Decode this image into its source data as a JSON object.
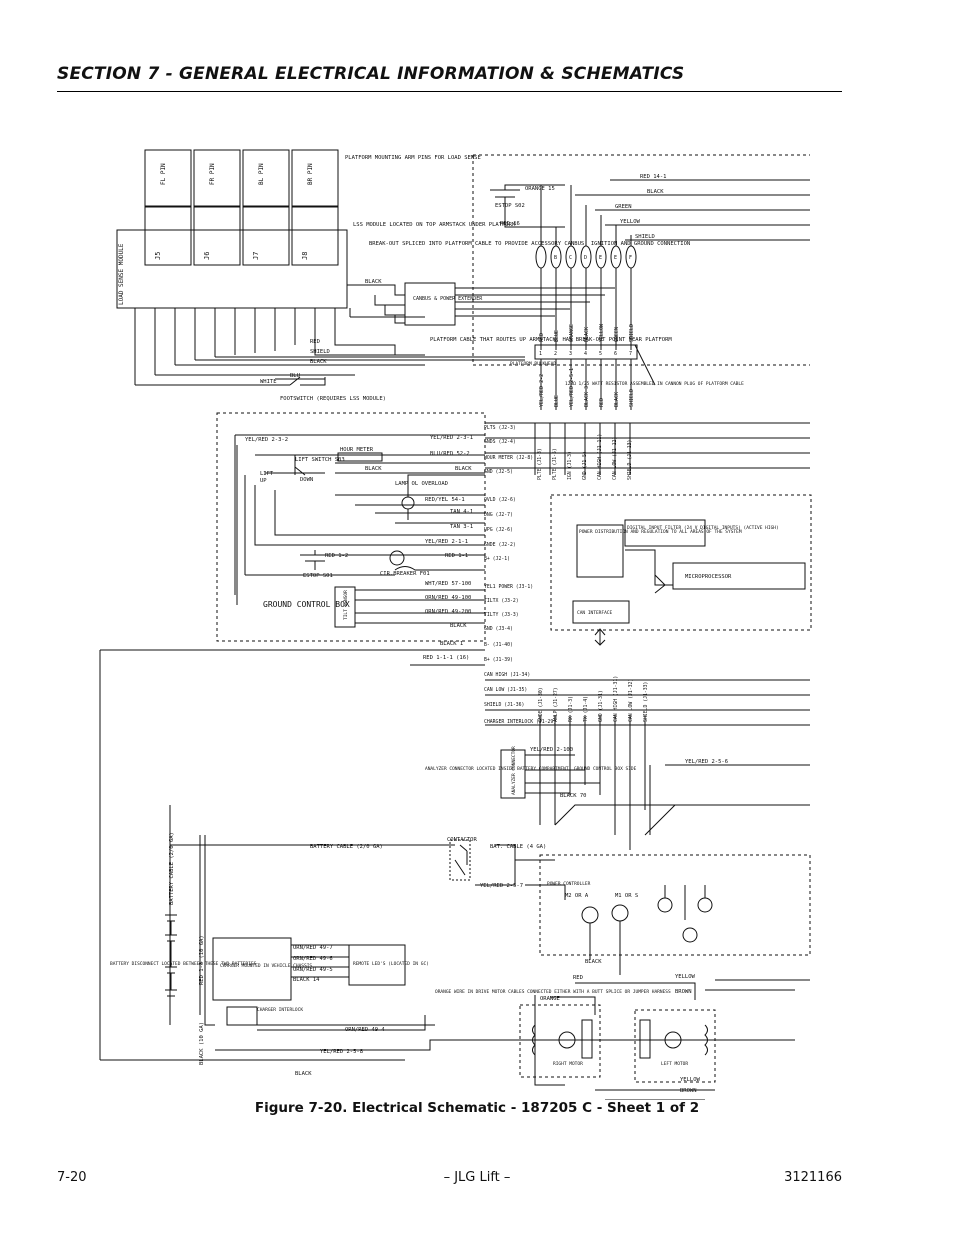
{
  "header": {
    "section_title": "SECTION 7 - GENERAL ELECTRICAL INFORMATION & SCHEMATICS"
  },
  "caption": "Figure 7-20.  Electrical Schematic - 187205 C - Sheet 1 of 2",
  "footer": {
    "page_number": "7-20",
    "company": "– JLG Lift –",
    "doc_number": "3121166"
  },
  "labels": {
    "platform_pins": "PLATFORM MOUNTING ARM PINS FOR LOAD SENSE",
    "lss_module_loc": "LSS MODULE LOCATED ON TOP ARMSTACK UNDER PLATFORM",
    "breakout": "BREAK-OUT SPLICED INTO PLATFORM CABLE TO PROVIDE ACCESSORY CANBUS, IGNITION AND GROUND CONNECTION",
    "load_sense": "LOAD SENSE MODULE",
    "j5": "J5",
    "j6": "J6",
    "j7": "J7",
    "j8": "J8",
    "fl_pin": "FL PIN",
    "fr_pin": "FR PIN",
    "bl_pin": "BL PIN",
    "br_pin": "BR PIN",
    "canbus_ext": "CANBUS & POWER EXTENDER",
    "platform_cable": "PLATFORM CABLE THAT ROUTES UP ARMSTACK. HAS BREAK-OUT POINT NEAR PLATFORM",
    "platform_bulkhead": "PLATFORM BULKHEAD",
    "resistor": "120Ω 1/25 WATT RESISTOR ASSEMBLED IN CANNON PLUG OF PLATFORM CABLE",
    "footswitch": "FOOTSWITCH (REQUIRES LSS MODULE)",
    "estop_s02": "ESTOP S02",
    "estop_s01": "ESTOP S01",
    "hour_meter": "HOUR METER",
    "lift_switch": "LIFT SWITCH S03",
    "lift": "LIFT",
    "up": "UP",
    "down": "DOWN",
    "lamp": "LAMP OL OVERLOAD",
    "cir_breaker": "CIR.BREAKER F01",
    "tilt_sensor": "TILT SENSOR",
    "ground_control_box": "GROUND CONTROL BOX",
    "power_dist": "POWER DISTRIBUTION AND REGULATION TO ALL AREAS OF THE SYSTEM",
    "digital_filter": "DIGITAL INPUT FILTER (24 V DIGITAL INPUTS) (ACTIVE HIGH)",
    "microprocessor": "MICROPROCESSOR",
    "can_interface": "CAN INTERFACE",
    "analyzer_loc": "ANALYZER CONNECTOR LOCATED INSIDE BATTERY COMPARTMENT, GROUND CONTROL BOX SIDE",
    "analyzer_conn": "ANALYZER CONNECTOR",
    "contactor": "CONTACTOR",
    "battery_cable": "BATTERY CABLE (2/0 GA)",
    "bat_cable": "BAT. CABLE (4 GA)",
    "power_controller": "POWER CONTROLLER",
    "m2_a": "M2 OR A",
    "m1_s": "M1 OR S",
    "battery_disconnect": "BATTERY DISCONNECT LOCATED BETWEEN THESE TWO BATTERIES",
    "charger": "CHARGER MOUNTED IN VEHICLE CHASSIS",
    "remote_leds": "REMOTE LED'S (LOCATED IN GC)",
    "charger_interlock": "CHARGER INTERLOCK",
    "orange_wire": "ORANGE WIRE IN DRIVE MOTOR CABLES CONNECTED EITHER WITH A BUTT SPLICE OR JUMPER HARNESS",
    "right_motor": "RIGHT MOTOR",
    "left_motor": "LEFT MOTOR"
  },
  "wires": {
    "red14_1": "RED 14-1",
    "black": "BLACK",
    "green": "GREEN",
    "yellow": "YELLOW",
    "shield": "SHIELD",
    "orange15": "ORANGE 15",
    "red16": "RED 16",
    "red": "RED",
    "white": "WHITE",
    "blu": "BLU",
    "brown": "BROWN",
    "orange": "ORANGE",
    "yelred2_3_2": "YEL/RED 2-3-2",
    "yelred2_3_1": "YEL/RED 2-3-1",
    "blured52_2": "BLU/RED 52-2",
    "redyel54_1": "RED/YEL 54-1",
    "tan4_1": "TAN 4-1",
    "tan3_1": "TAN 3-1",
    "yelred2_1_1": "YEL/RED 2-1-1",
    "red1_2": "RED 1-2",
    "red1_1": "RED 1-1",
    "wht_red57_100": "WHT/RED 57-100",
    "orn_red49_100": "ORN/RED 49-100",
    "orn_red49_200": "ORN/RED 49-200",
    "black1": "BLACK 1",
    "red1_1_1": "RED 1-1-1 (16)",
    "yelred2_100": "YEL/RED 2-100",
    "yelred2_5_6": "YEL/RED 2-5-6",
    "yelred2_5_7": "YEL/RED 2-5-7",
    "yelred2_5_8": "YEL/RED 2-5-8",
    "black70": "BLACK 70",
    "orn_red49_7": "ORN/RED 49-7",
    "orn_red49_6": "ORN/RED 49-6",
    "orn_red49_5": "ORN/RED 49-5",
    "black14": "BLACK 14",
    "orn_red49_4": "ORN/RED 49-4",
    "red1_3": "RED 1-3 (10 GA)",
    "black_10": "BLACK (10 GA)"
  },
  "pins": {
    "left": [
      "PLTS (J2-3)",
      "GNDS (J2-4)",
      "HOUR METER (J2-8)",
      "GND (J2-5)",
      "OVLD (J2-6)",
      "DNG (J2-7)",
      "UPG (J2-6)",
      "GNDE (J2-2)",
      "B+ (J2-1)",
      "YEL1 POWER (J3-1)",
      "TILTX (J3-2)",
      "TILTY (J3-3)",
      "GND (J3-4)",
      "B- (J1-40)",
      "B+ (J1-39)",
      "CAN HIGH (J1-34)",
      "CAN LOW (J1-35)",
      "SHIELD (J1-36)",
      "CHARGER INTERLOCK (J1-29)"
    ],
    "top": [
      "PLTE (J1-3)",
      "PLTE (J1-5)",
      "IGN (J1-3)",
      "GND (J1-5)",
      "CAN HIGH (J1-11)",
      "CAN LOW (J1-12)",
      "SHIELD (J1-13)"
    ],
    "bottom": [
      "GNDE (J1-30)",
      "ANLP (J1-27)",
      "RX (J1-3)",
      "TX (J1-4)",
      "GND (J1-31)",
      "CAN HIGH (J1-31)",
      "CAN LOW (J1-32)",
      "SHIELD (J1-33)"
    ]
  },
  "connector_letters": [
    "B",
    "C",
    "D",
    "E",
    "E",
    "F"
  ],
  "bulkhead_pins": [
    "1",
    "2",
    "3",
    "4",
    "5",
    "6",
    "7"
  ],
  "bulkhead_wires": [
    "RED",
    "BLUE",
    "ORANGE",
    "BLACK",
    "YELLOW",
    "GREEN",
    "SHIELD"
  ],
  "bulkhead_lower": [
    "YEL/RED 2-2",
    "BLUE",
    "YEL/RED 2-5-1",
    "BLACK 3",
    "RED",
    "BLACK",
    "SHIELD"
  ]
}
